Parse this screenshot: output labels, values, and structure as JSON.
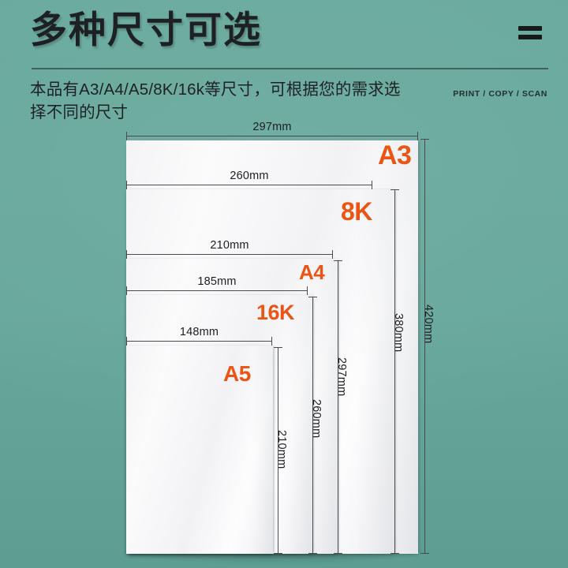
{
  "theme": {
    "background": "#68a99d",
    "accent_orange": "#ea5514",
    "text_dark": "#1d2124",
    "paper_white": "#f7f7f9",
    "rule_color": "#4a4a50"
  },
  "header": {
    "title": "多种尺寸可选",
    "subtitle": "本品有A3/A4/A5/8K/16k等尺寸，可根据您的需求选择不同的尺寸",
    "tagline": "PRINT / COPY / SCAN",
    "menu_icon": "hamburger-icon"
  },
  "diagram": {
    "type": "paper-size-comparison",
    "sizes": [
      {
        "name": "A3",
        "width_label": "297mm",
        "height_label": "420mm"
      },
      {
        "name": "8K",
        "width_label": "260mm",
        "height_label": "380mm"
      },
      {
        "name": "A4",
        "width_label": "210mm",
        "height_label": "297mm"
      },
      {
        "name": "16K",
        "width_label": "185mm",
        "height_label": "260mm"
      },
      {
        "name": "A5",
        "width_label": "148mm",
        "height_label": "210mm"
      }
    ],
    "width_dimensions": [
      "297mm",
      "260mm",
      "210mm",
      "185mm",
      "148mm"
    ],
    "height_dimensions": [
      "420mm",
      "380mm",
      "297mm",
      "260mm",
      "210mm"
    ]
  },
  "chart_data": {
    "type": "bar",
    "title": "多种尺寸可选",
    "categories": [
      "A3",
      "8K",
      "A4",
      "16K",
      "A5"
    ],
    "series": [
      {
        "name": "width_mm",
        "values": [
          297,
          260,
          210,
          185,
          148
        ]
      },
      {
        "name": "height_mm",
        "values": [
          420,
          380,
          297,
          260,
          210
        ]
      }
    ],
    "xlabel": "",
    "ylabel": "mm",
    "grid": false,
    "legend": "none"
  }
}
